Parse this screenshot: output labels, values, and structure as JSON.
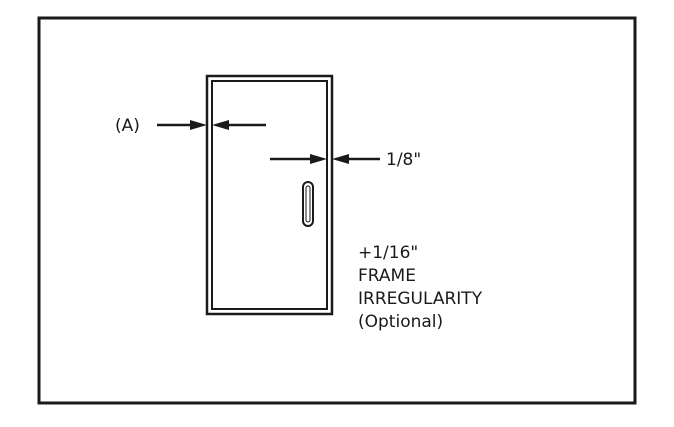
{
  "labels": {
    "clearance_a": "(A)",
    "clearance_top": "1/8\"",
    "note_line1": "+1/16\"",
    "note_line2": "FRAME",
    "note_line3": "IRREGULARITY",
    "note_line4": "(Optional)"
  },
  "colors": {
    "line": "#1a1a1a",
    "background": "#ffffff"
  }
}
